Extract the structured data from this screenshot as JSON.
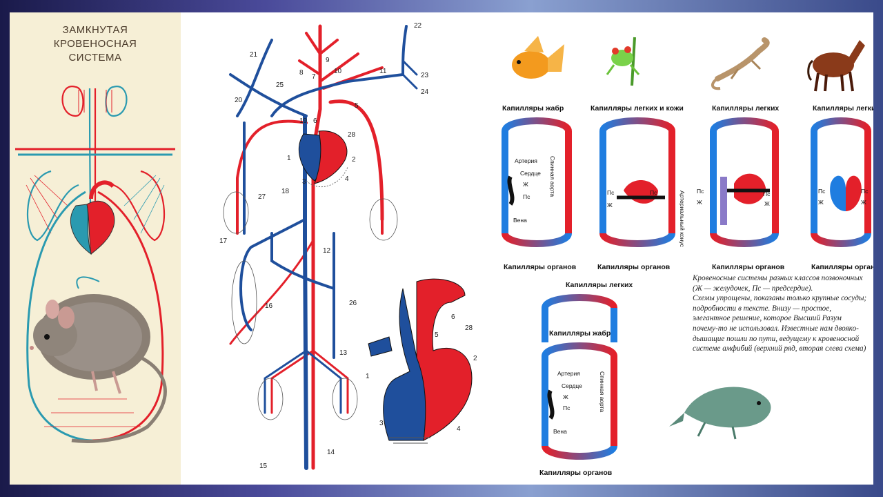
{
  "left_panel": {
    "title_lines": [
      "ЗАМКНУТАЯ",
      "КРОВЕНОСНАЯ",
      "СИСТЕМА"
    ]
  },
  "circulation_diagram": {
    "labels": [
      "1",
      "2",
      "3",
      "4",
      "5",
      "6",
      "7",
      "8",
      "9",
      "10",
      "11",
      "12",
      "13",
      "14",
      "15",
      "16",
      "17",
      "18",
      "19",
      "20",
      "21",
      "22",
      "23",
      "24",
      "25",
      "26",
      "27",
      "28"
    ]
  },
  "heart_detail": {
    "labels": [
      "1",
      "2",
      "3",
      "4",
      "5",
      "6",
      "28"
    ]
  },
  "schemes": {
    "fish": {
      "top_label": "Капилляры жабр",
      "bottom_label": "Капилляры органов",
      "artery": "Артерия",
      "heart": "Сердце",
      "ventricle": "Ж",
      "atrium": "Пс",
      "vein": "Вена",
      "aorta": "Спинная аорта"
    },
    "amphibian": {
      "top_label": "Капилляры легких и кожи",
      "bottom_label": "Капилляры органов",
      "atrium_left": "Пс",
      "atrium_right": "Пс",
      "ventricle": "Ж",
      "conus": "Артериальный конус"
    },
    "reptile": {
      "top_label": "Капилляры легких",
      "bottom_label": "Капилляры органов",
      "atrium_left": "Пс",
      "ventricle_left": "Ж",
      "atrium_right": "Пс",
      "ventricle_right": "Ж"
    },
    "mammal": {
      "top_label": "Капилляры легких",
      "bottom_label": "Капилляры органов",
      "atrium_left": "Пс",
      "ventricle_left": "Ж",
      "atrium_right": "Пс",
      "ventricle_right": "Ж"
    },
    "lungfish": {
      "top_label": "Капилляры легких",
      "middle_label": "Капилляры жабр",
      "bottom_label": "Капилляры органов",
      "artery": "Артерия",
      "heart": "Сердце",
      "ventricle": "Ж",
      "atrium": "Пс",
      "vein": "Вена",
      "aorta": "Спинная аорта"
    }
  },
  "caption": {
    "lines": [
      "Кровеносные системы разных классов позвоночных",
      "(Ж — желудочек, Пс — предсердие).",
      "Схемы упрощены, показаны только крупные сосуды;",
      "подробности в тексте. Внизу — простое,",
      "элегантное решение, которое Высший Разум",
      "почему-то не использовал. Известные нам двояко-",
      "дышащие пошли по пути, ведущему к кровеносной",
      "системе амфибий (верхний ряд, вторая слева схема)"
    ]
  },
  "colors": {
    "artery": "#e3202a",
    "vein": "#1f5fb8",
    "panel_bg": "#f6efd6"
  }
}
